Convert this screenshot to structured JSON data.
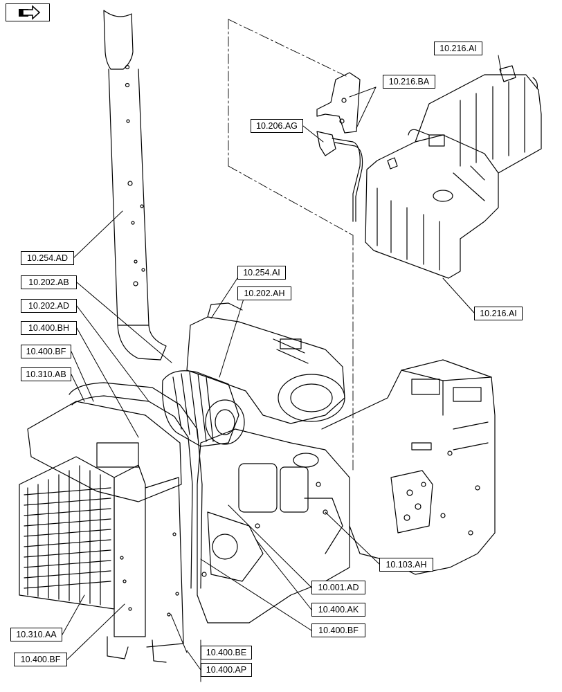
{
  "callouts": {
    "c_216_ai_top": "10.216.AI",
    "c_216_ba": "10.216.BA",
    "c_206_ag": "10.206.AG",
    "c_254_ad": "10.254.AD",
    "c_254_ai": "10.254.AI",
    "c_202_ab": "10.202.AB",
    "c_202_ah": "10.202.AH",
    "c_216_ai_bottom": "10.216.AI",
    "c_202_ad": "10.202.AD",
    "c_400_bh": "10.400.BH",
    "c_400_bf_left": "10.400.BF",
    "c_310_ab": "10.310.AB",
    "c_103_ah": "10.103.AH",
    "c_001_ad": "10.001.AD",
    "c_400_ak": "10.400.AK",
    "c_400_bf_right": "10.400.BF",
    "c_310_aa": "10.310.AA",
    "c_400_be": "10.400.BE",
    "c_400_bf_bottom": "10.400.BF",
    "c_400_ap": "10.400.AP"
  },
  "icons": {
    "navigation": "arrow-right-icon"
  },
  "colors": {
    "line": "#000000",
    "background": "#ffffff"
  }
}
